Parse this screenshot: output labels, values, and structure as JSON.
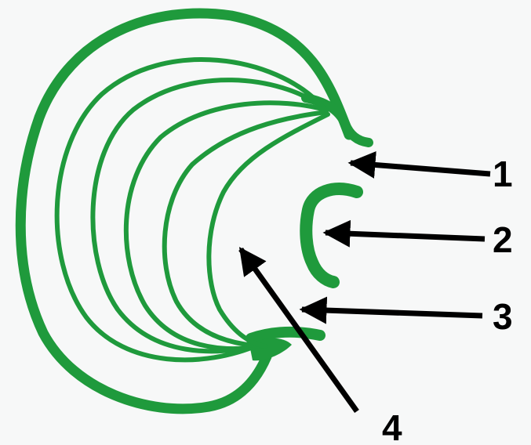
{
  "colors": {
    "background": "#f7f8f8",
    "structure": "#1f9a3c",
    "arrow": "#000000",
    "label": "#000000"
  },
  "labels": {
    "one": "1",
    "two": "2",
    "three": "3",
    "four": "4"
  }
}
